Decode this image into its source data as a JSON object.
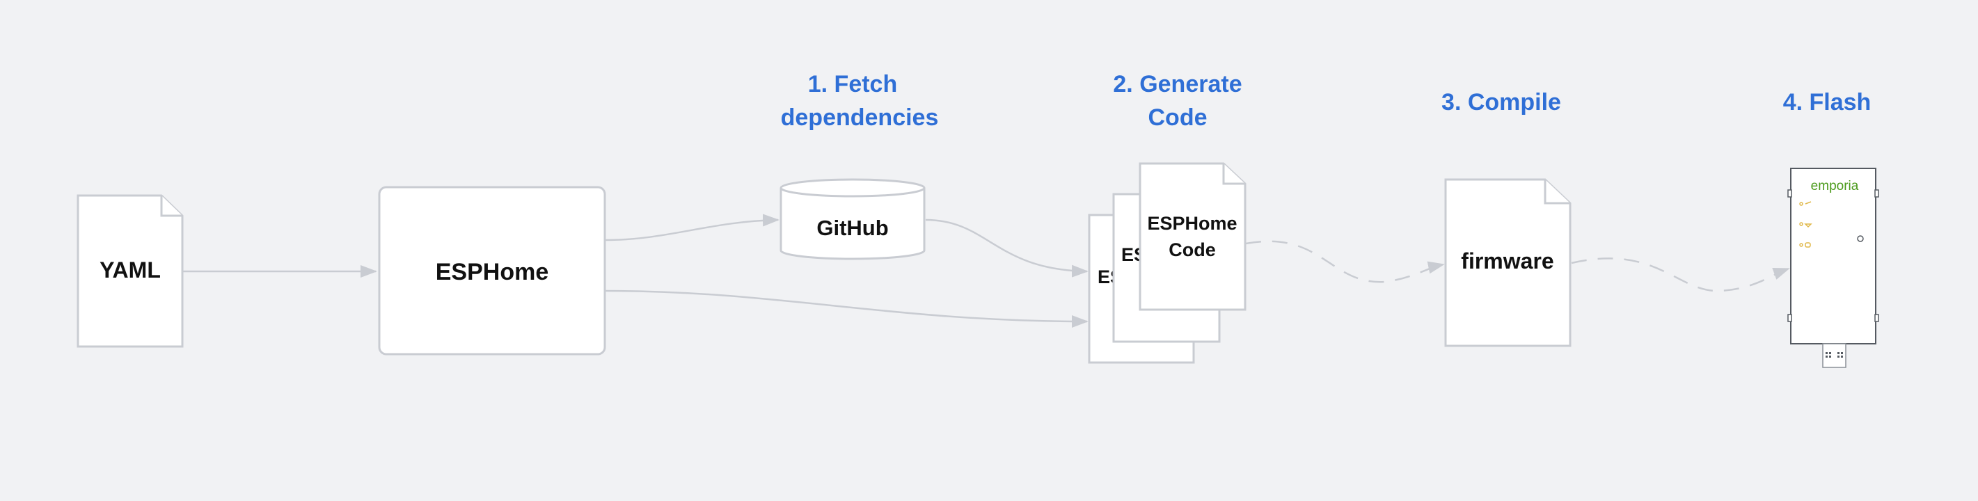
{
  "colors": {
    "background": "#f1f2f4",
    "step_label": "#2f6fd6",
    "node_stroke": "#c9ccd2",
    "device_logo": "#4a9a1a",
    "device_leds": "#e0b84a"
  },
  "nodes": {
    "yaml": "YAML",
    "esphome": "ESPHome",
    "github": "GitHub",
    "code_stack_back": "ES",
    "code_stack_middle": "ES",
    "code_front_line1": "ESPHome",
    "code_front_line2": "Code",
    "firmware": "firmware"
  },
  "steps": {
    "fetch_line1": "1. Fetch",
    "fetch_line2": "dependencies",
    "generate_line1": "2. Generate",
    "generate_line2": "Code",
    "compile": "3. Compile",
    "flash": "4. Flash"
  },
  "device": {
    "brand": "emporia",
    "icon": "emporia-vue-device-icon"
  }
}
